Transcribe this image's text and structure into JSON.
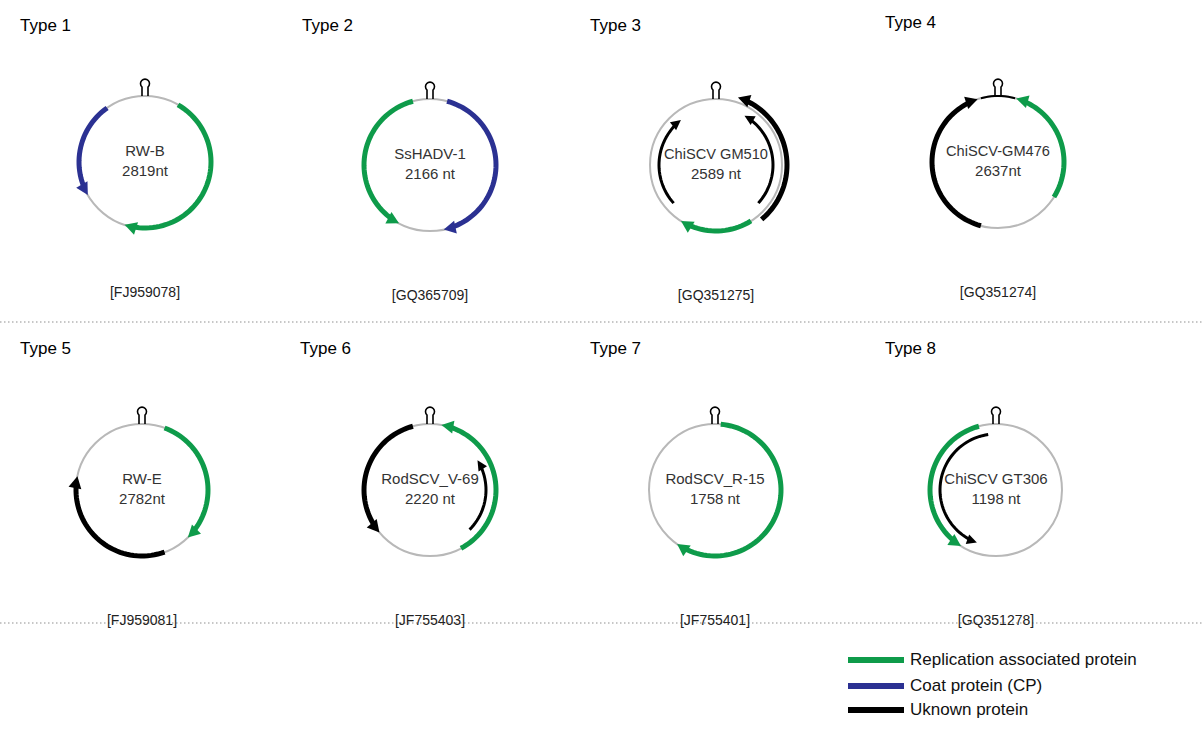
{
  "diagram": {
    "nodes": [
      {
        "text": [
          "Type 1",
          "RW-B",
          "2819nt",
          "[FJ959078]"
        ]
      },
      {
        "text": [
          "Type 2",
          "SsHADV-1",
          "2166 nt",
          "[GQ365709]"
        ]
      },
      {
        "text": [
          "Type 3",
          "ChiSCV GM510",
          "2589 nt",
          "[GQ351275]"
        ]
      },
      {
        "text": [
          "Type 4",
          "ChiSCV-GM476",
          "2637nt",
          "[GQ351274]"
        ]
      },
      {
        "text": [
          "Type 5",
          "RW-E",
          "2782nt",
          "[FJ959081]"
        ]
      },
      {
        "text": [
          "Type 6",
          "RodSCV_V-69",
          "2220 nt",
          "[JF755403]"
        ]
      },
      {
        "text": [
          "Type 7",
          "RodSCV_R-15",
          "1758 nt",
          "[JF755401]"
        ]
      },
      {
        "text": [
          "Type 8",
          "ChiSCV GT306",
          "1198 nt",
          "[GQ351278]"
        ]
      }
    ],
    "legend": [
      {
        "text": "Replication associated protein",
        "color": "#0e9b4a"
      },
      {
        "text": "Coat protein (CP)",
        "color": "#2b3192"
      },
      {
        "text": "Uknown protein",
        "color": "#000000"
      }
    ]
  }
}
